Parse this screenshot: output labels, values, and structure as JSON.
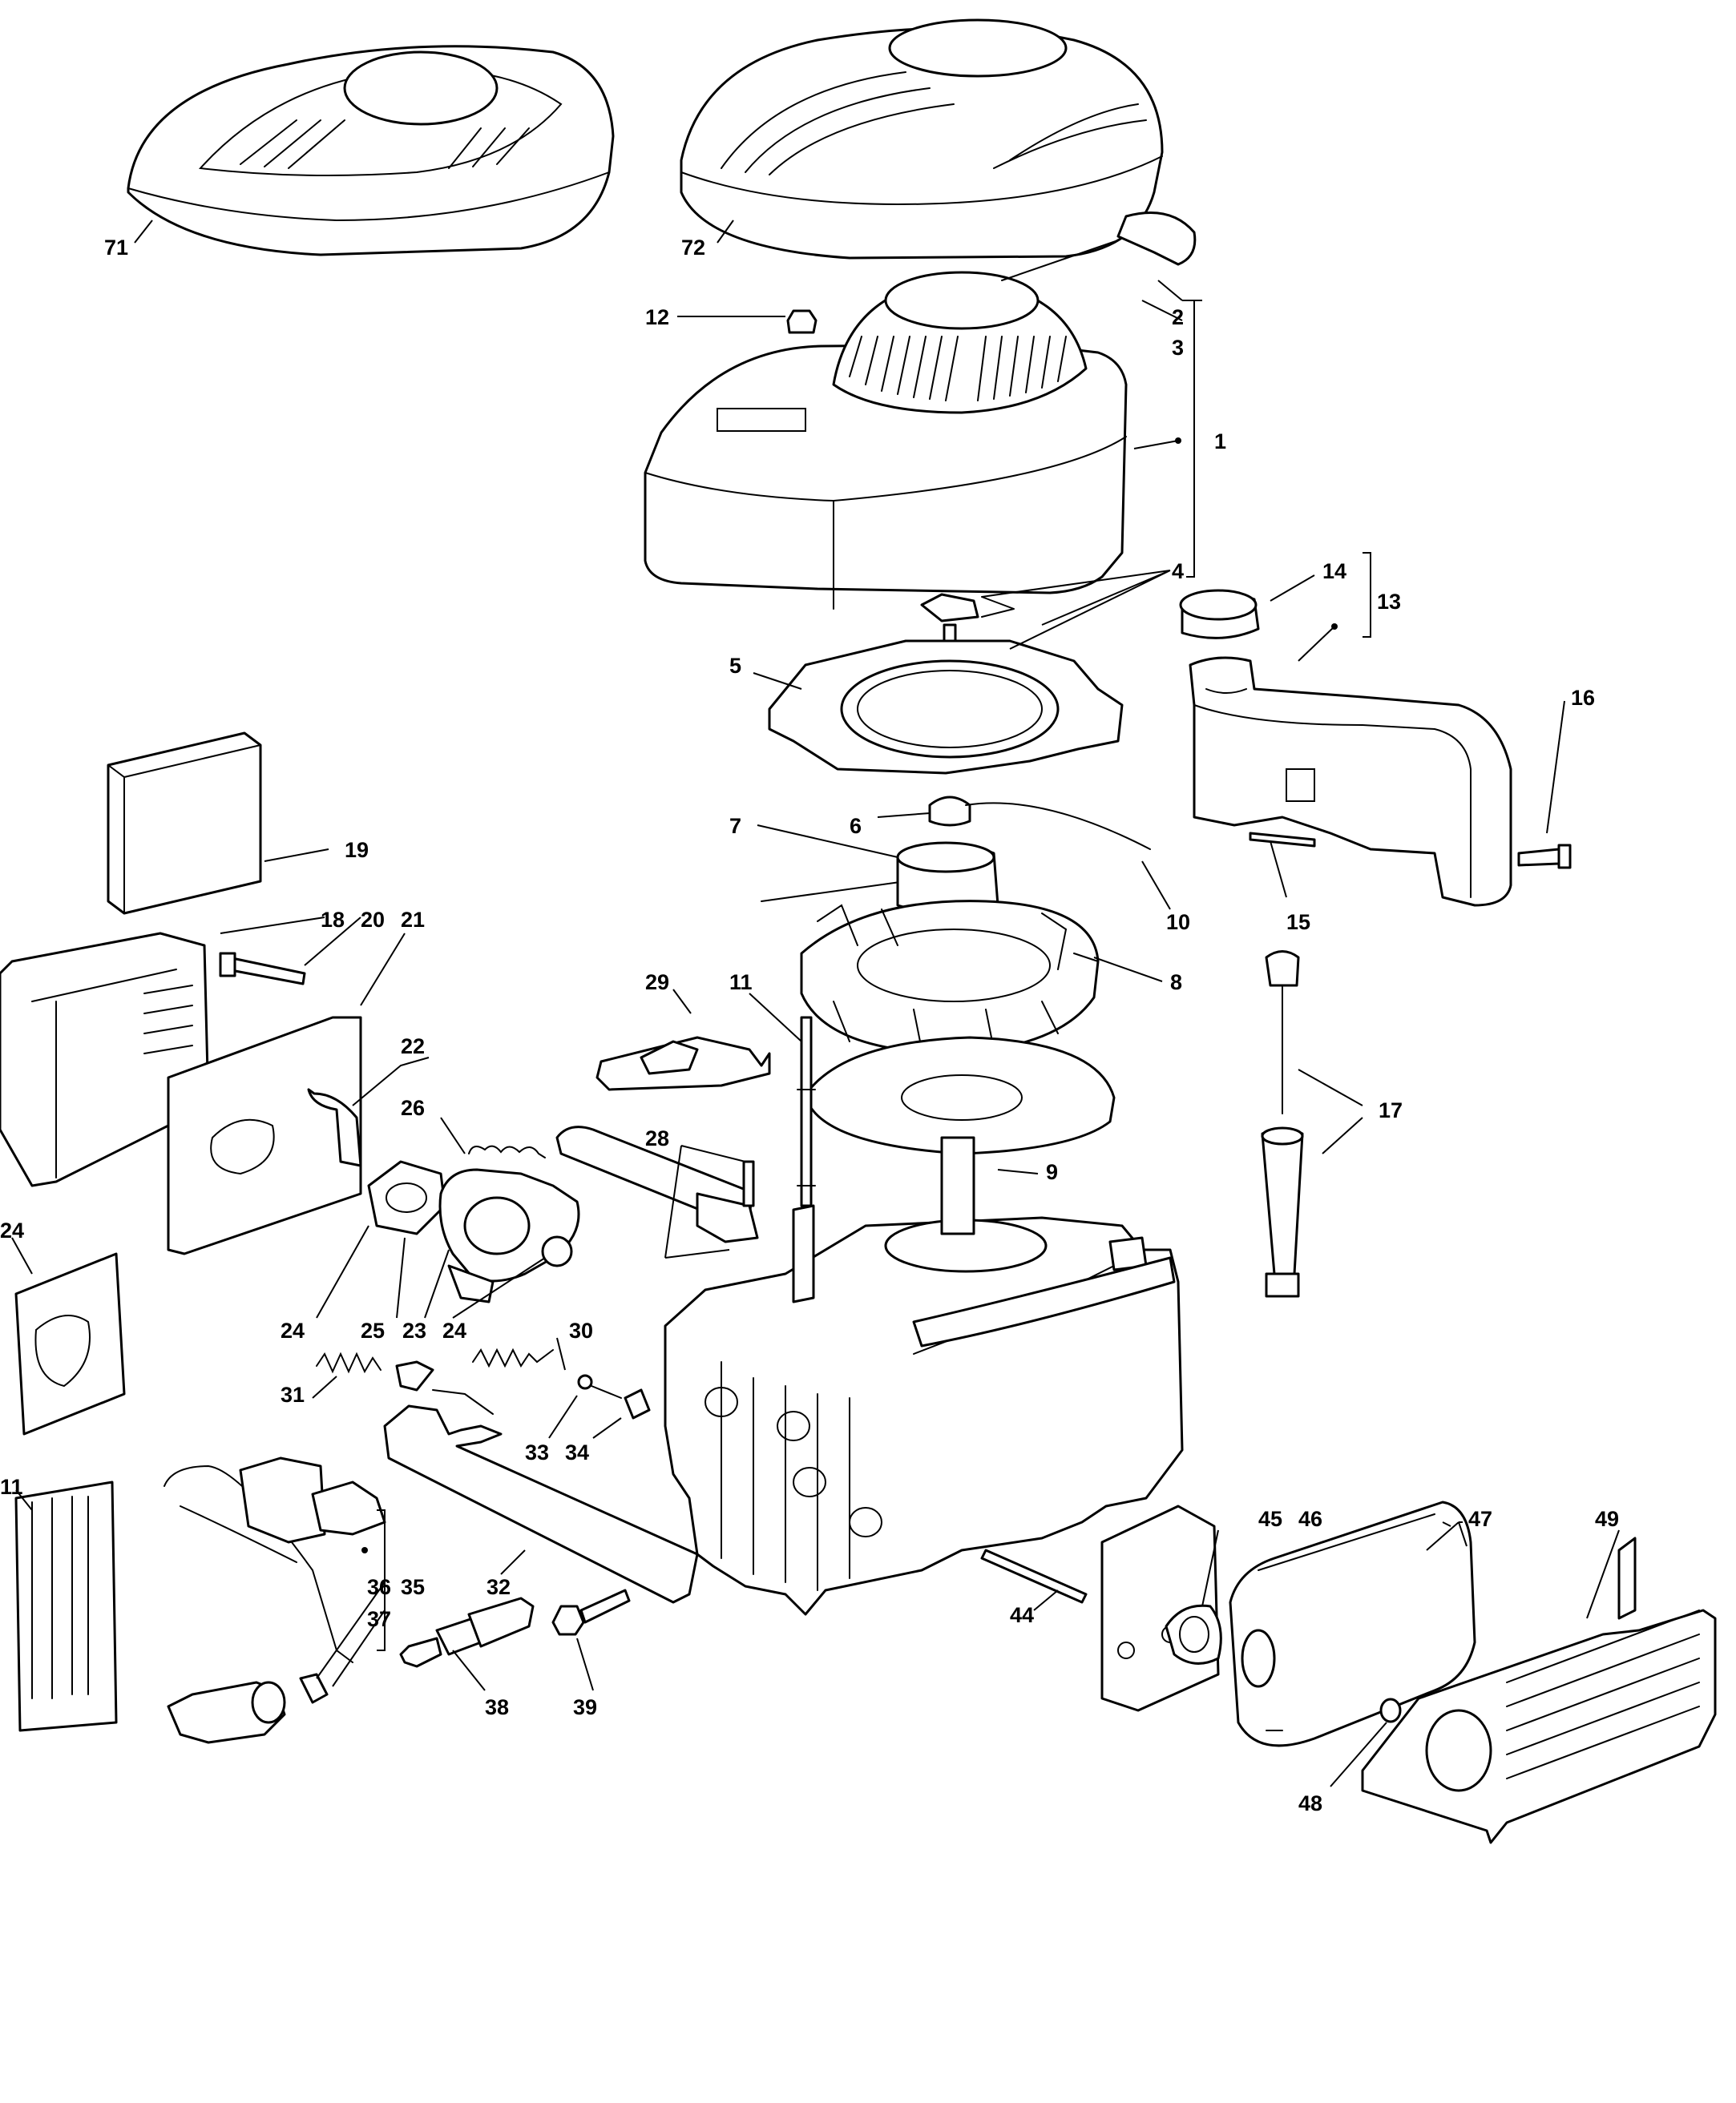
{
  "callouts": [
    "71",
    "72",
    "12",
    "2",
    "3",
    "1",
    "4",
    "14",
    "13",
    "5",
    "16",
    "19",
    "6",
    "7",
    "10",
    "15",
    "18",
    "20",
    "21",
    "29",
    "11",
    "8",
    "22",
    "26",
    "17",
    "28",
    "9",
    "24",
    "30",
    "31",
    "33",
    "34",
    "11",
    "36",
    "35",
    "37",
    "32",
    "38",
    "39",
    "45",
    "46",
    "47",
    "49",
    "44",
    "48",
    "24",
    "25",
    "23",
    "24"
  ],
  "part_icons": [
    "shroud-cover-icon",
    "shroud-cover-icon",
    "nut-icon",
    "starter-handle-icon",
    "recoil-starter-icon",
    "pawl-icon",
    "fuel-cap-icon",
    "gasket-icon",
    "fuel-tank-icon",
    "bolt-icon",
    "air-filter-sponge-icon",
    "filter-housing-icon",
    "nut-icon",
    "ignition-coil-cap-icon",
    "fuel-line-icon",
    "pin-icon",
    "flywheel-fan-icon",
    "flywheel-icon",
    "bracket-icon",
    "stud-icon",
    "dipstick-icon",
    "dipstick-tube-icon",
    "tube-icon",
    "spring-icon",
    "carburetor-icon",
    "gasket-kit-icon",
    "engine-block-icon",
    "spring-icon",
    "spring-icon",
    "control-lever-icon",
    "screw-icon",
    "clip-icon",
    "stud-kit-icon",
    "ignition-coil-icon",
    "spark-plug-icon",
    "bolt-icon",
    "heat-shield-icon",
    "exhaust-gasket-icon",
    "muffler-icon",
    "muffler-guard-icon",
    "stud-icon",
    "nut-icon",
    "spark-plug-boot-icon"
  ]
}
